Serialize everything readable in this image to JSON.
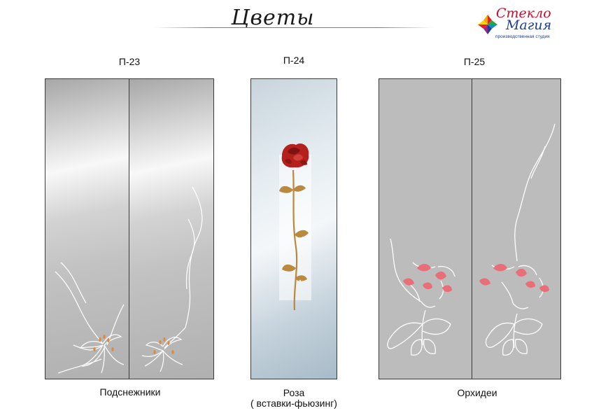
{
  "header": {
    "title": "Цветы",
    "logo": {
      "line1": "Стекло",
      "line2": "Магия",
      "subtitle": "производственная студия"
    }
  },
  "panels": [
    {
      "code": "П-23",
      "caption": "Подснежники",
      "caption_note": ""
    },
    {
      "code": "П-24",
      "caption": "Роза",
      "caption_note": "( вставки-фьюзинг)"
    },
    {
      "code": "П-25",
      "caption": "Орхидеи",
      "caption_note": ""
    }
  ],
  "colors": {
    "rose": "#b5201d",
    "stem": "#b8893f",
    "orchid_accent": "#e86f78",
    "snowdrop_accent": "#e0893a"
  }
}
